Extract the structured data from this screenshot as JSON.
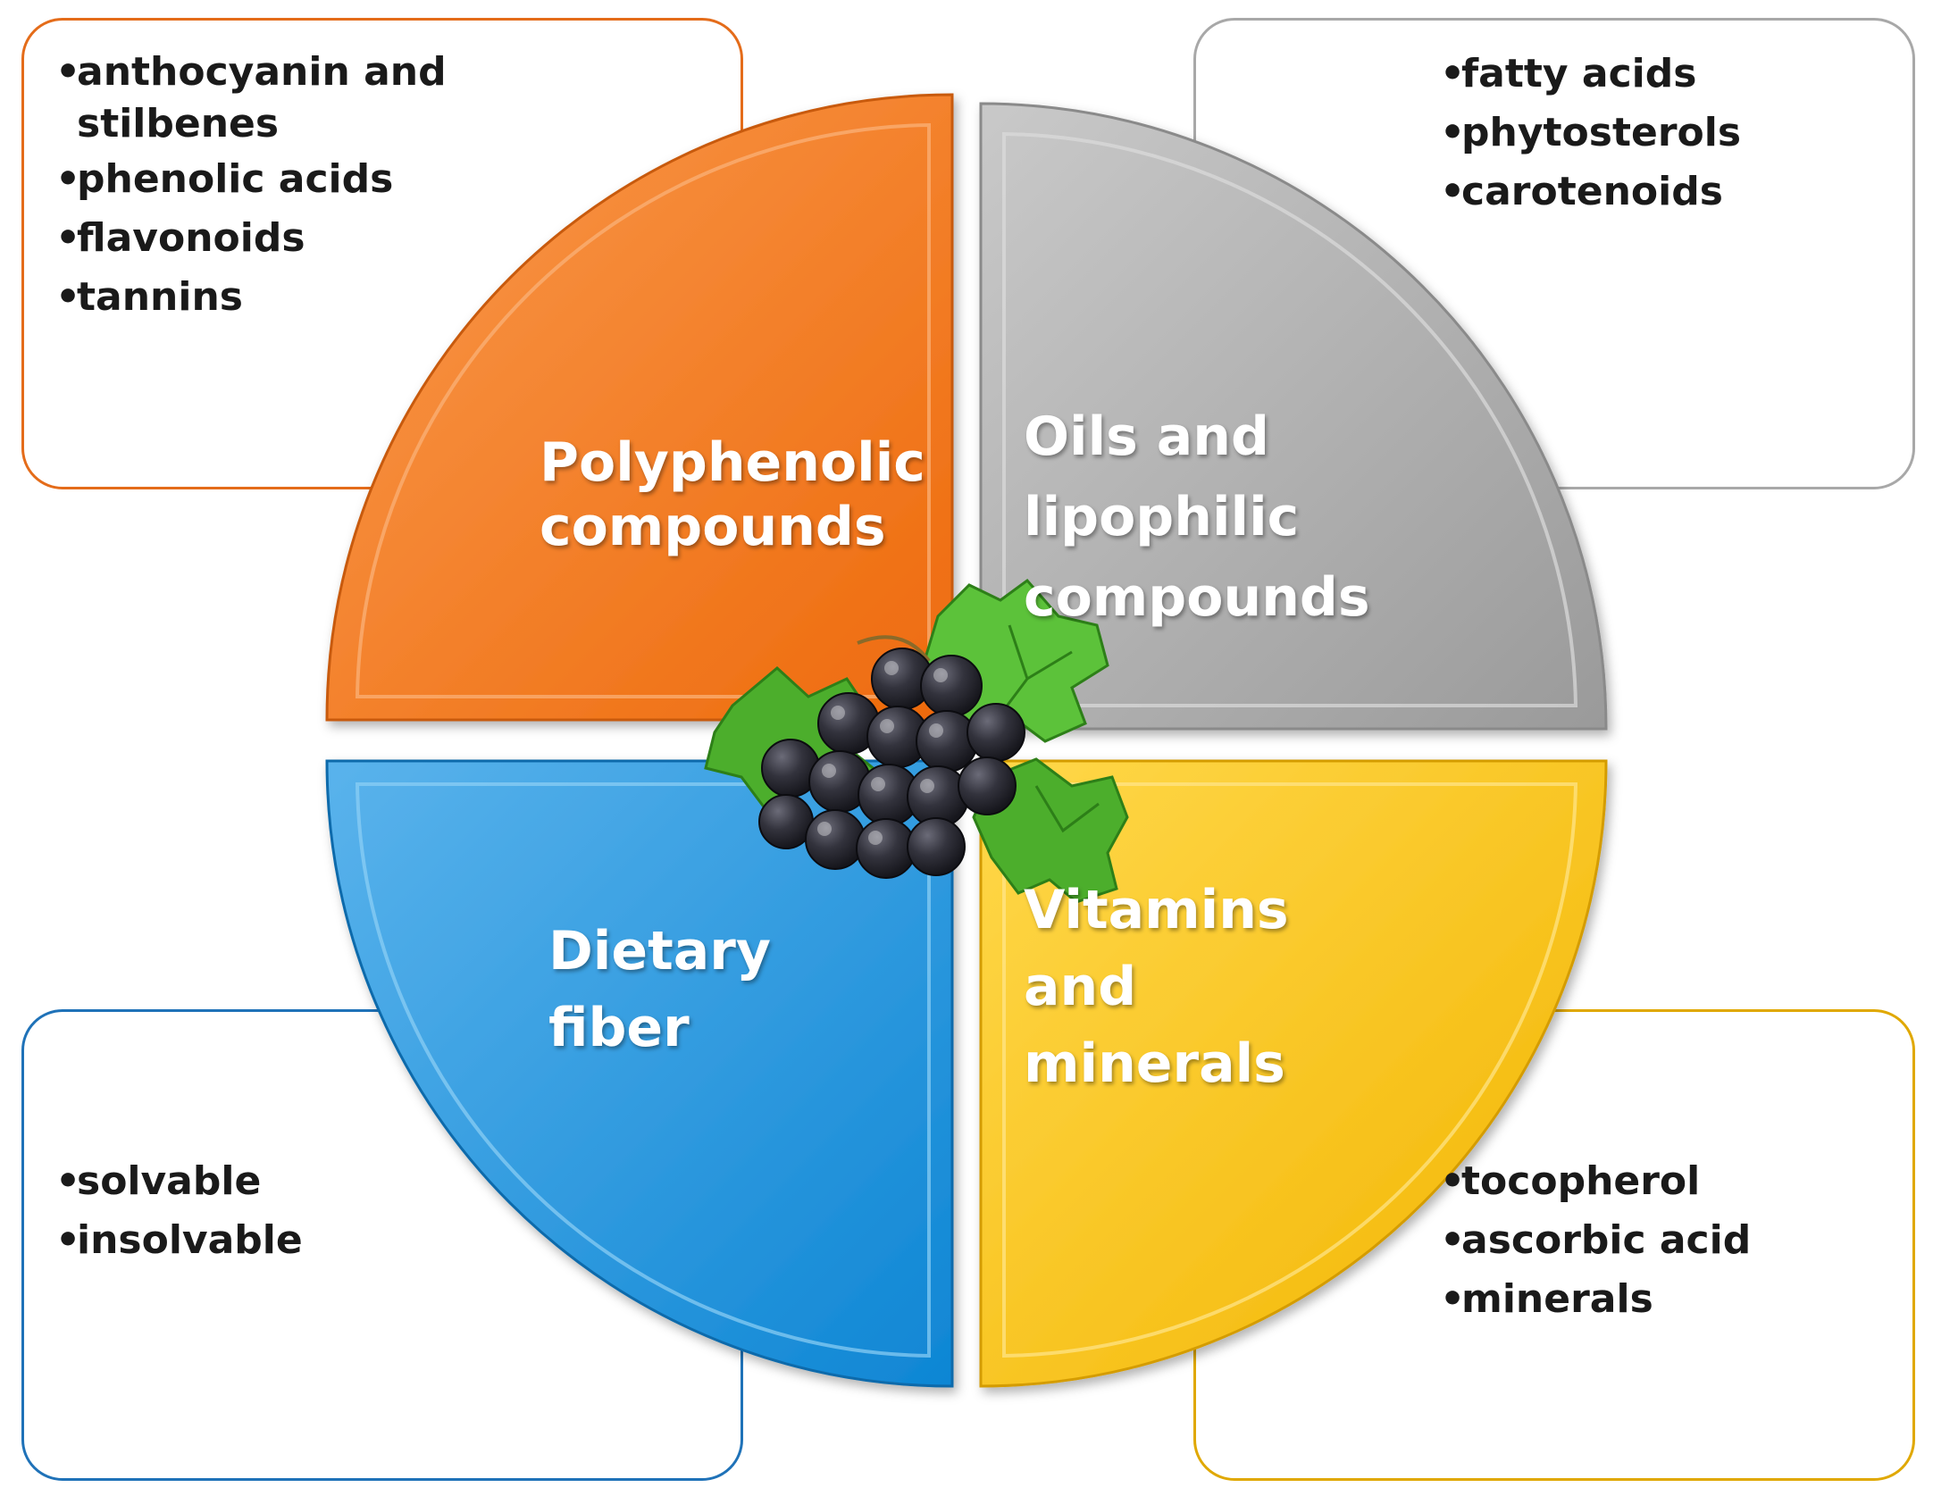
{
  "quadrants": {
    "top_left": {
      "label_lines": [
        "Polyphenolic",
        "compounds"
      ],
      "items": [
        "anthocyanin and stilbenes",
        "phenolic acids",
        "flavonoids",
        "tannins"
      ],
      "color": "#f47b20"
    },
    "top_right": {
      "label_lines": [
        "Oils and",
        "lipophilic",
        "compounds"
      ],
      "items": [
        "fatty acids",
        "phytosterols",
        "carotenoids"
      ],
      "color": "#a6a6a6"
    },
    "bottom_left": {
      "label_lines": [
        "Dietary",
        "fiber"
      ],
      "items": [
        "solvable",
        "insolvable"
      ],
      "color": "#2b9ae0"
    },
    "bottom_right": {
      "label_lines": [
        "Vitamins",
        "and",
        "minerals"
      ],
      "items": [
        "tocopherol",
        "ascorbic acid",
        "minerals"
      ],
      "color": "#f5c000"
    }
  },
  "center_icon": "grape-bunch-icon"
}
